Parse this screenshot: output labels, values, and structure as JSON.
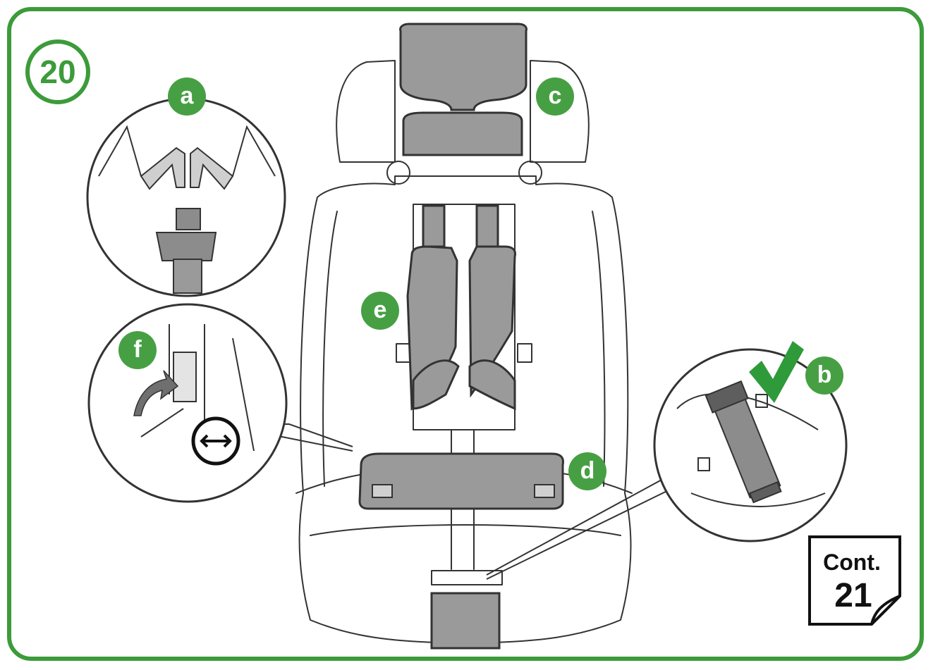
{
  "step_number": "20",
  "labels": {
    "a": "a",
    "b": "b",
    "c": "c",
    "d": "d",
    "e": "e",
    "f": "f"
  },
  "continue": {
    "word": "Cont.",
    "number": "21"
  },
  "icons": [
    "checkmark-icon",
    "rotate-adjust-icon",
    "arrow-curved-icon"
  ],
  "colors": {
    "accent": "#3c9b3a",
    "line": "#333333",
    "pad": "#9a9a9a",
    "badge": "#46a043"
  }
}
